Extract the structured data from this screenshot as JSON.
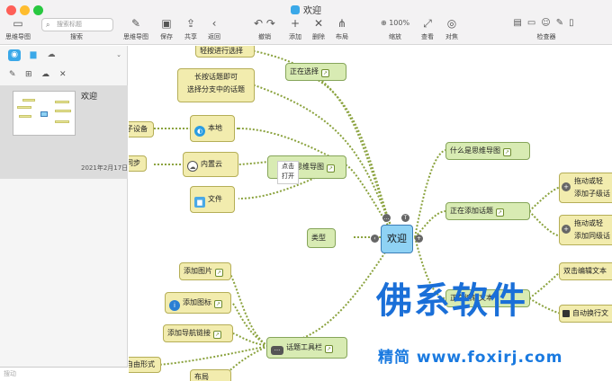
{
  "window": {
    "title": "欢迎"
  },
  "toolbar": {
    "items": [
      {
        "label": "思维导图",
        "icon": "sidebar-icon"
      },
      {
        "label": "搜索",
        "icon": "search-icon"
      },
      {
        "label": "思维导图",
        "icon": "new-map-icon"
      },
      {
        "label": "保存",
        "icon": "save-icon"
      },
      {
        "label": "共享",
        "icon": "share-icon"
      },
      {
        "label": "返回",
        "icon": "back-icon"
      },
      {
        "label": "撤销",
        "icon": "undo-icon"
      },
      {
        "label": "添加",
        "icon": "add-icon"
      },
      {
        "label": "删除",
        "icon": "delete-icon"
      },
      {
        "label": "布局",
        "icon": "layout-icon"
      },
      {
        "label": "缩放",
        "icon": "zoom-icon"
      },
      {
        "label": "查看",
        "icon": "fullscreen-icon"
      },
      {
        "label": "对焦",
        "icon": "focus-icon"
      },
      {
        "label": "检查器",
        "icon": "inspector-icon"
      }
    ],
    "search_placeholder": "搜索标题",
    "zoom_value": "100%"
  },
  "sidebar": {
    "document": {
      "name": "欢迎",
      "date": "2021年2月17日"
    },
    "search_placeholder": "搜动"
  },
  "map": {
    "center": "欢迎",
    "nodes": {
      "skip_select": "轻按进行选择",
      "long_press": "长按话题即可\n选择分支中的话题",
      "selecting": "正在选择",
      "to_device": "子设备",
      "local": "本地",
      "sync": "同步",
      "icloud": "内置云",
      "files": "文件",
      "mind_map": "思维导图",
      "popup_line1": "点击",
      "popup_line2": "打开",
      "type": "类型",
      "what_is": "什么是思维导图",
      "adding": "正在添加话题",
      "editing": "正在编辑文本",
      "drag_child": "拖动或轻\n添加子级话",
      "drag_sibling": "拖动或轻\n添加同级话",
      "dbl_click": "双击编辑文本",
      "auto_wrap": "自动换行文",
      "add_image": "添加图片",
      "add_icon": "添加图标",
      "add_link": "添加导航链接",
      "free_form": "自由形式",
      "layout": "布局",
      "toolbar_topic": "话题工具栏"
    }
  },
  "watermark": {
    "big": "佛系软件",
    "small": "精简 www.foxirj.com"
  }
}
